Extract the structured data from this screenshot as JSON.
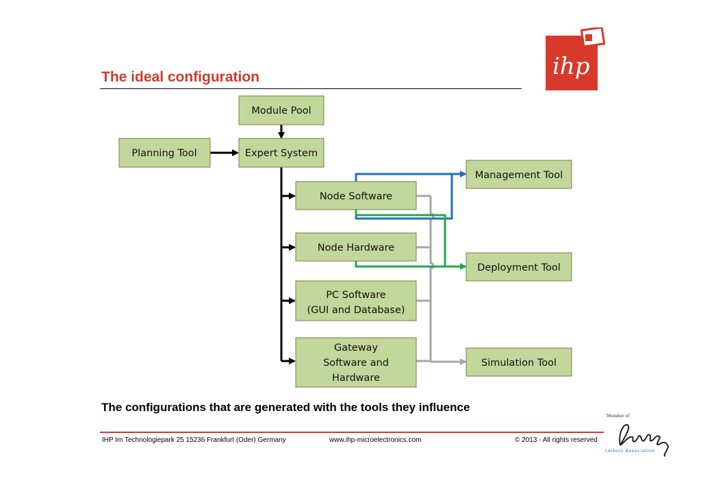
{
  "slide": {
    "title": "The ideal configuration",
    "caption": "The configurations that are generated with the tools they influence"
  },
  "footer": {
    "address": "IHP  Im Technologiepark 25  15236 Frankfurt (Oder) Germany",
    "website": "www.ihp-microelectronics.com",
    "copyright": "© 2013 - All rights reserved"
  },
  "logos": {
    "ihp": "ihp",
    "leibniz_member": "Member of",
    "leibniz_name": "Leibniz",
    "leibniz_association": "Leibniz Association"
  },
  "diagram": {
    "nodes": {
      "module_pool": "Module Pool",
      "planning_tool": "Planning Tool",
      "expert_system": "Expert System",
      "node_software": "Node Software",
      "node_hardware": "Node Hardware",
      "pc_software_1": "PC Software",
      "pc_software_2": "(GUI and Database)",
      "gateway_1": "Gateway",
      "gateway_2": "Software and",
      "gateway_3": "Hardware",
      "management_tool": "Management Tool",
      "deployment_tool": "Deployment Tool",
      "simulation_tool": "Simulation Tool"
    },
    "colors": {
      "box_fill": "#c3d69b",
      "box_border": "#70813f",
      "management_line": "#1f6fc4",
      "deployment_line": "#1fa84a",
      "simulation_line": "#a6a6a6",
      "main_line": "#000000",
      "accent_red": "#d03a2c"
    }
  }
}
